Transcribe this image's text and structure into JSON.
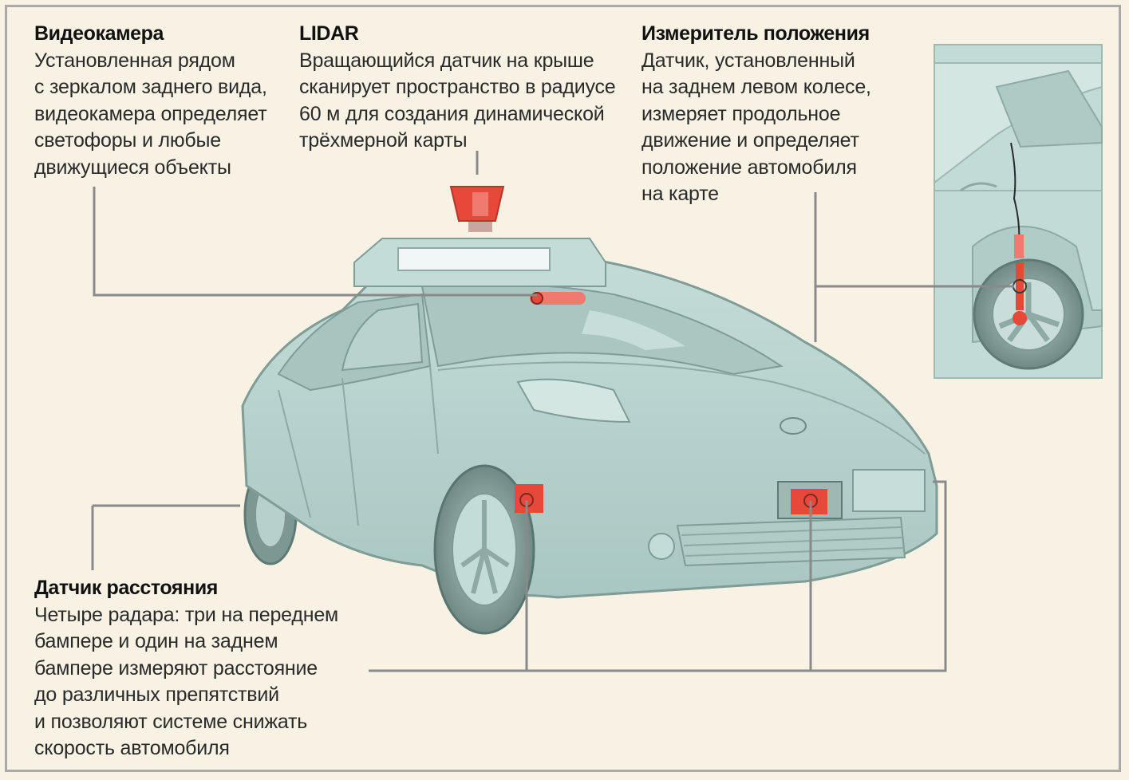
{
  "callouts": {
    "camera": {
      "title": "Видеокамера",
      "body": "Установленная рядом\nс зеркалом заднего вида,\nвидеокамера определяет\nсветофоры и любые\nдвижущиеся объекты"
    },
    "lidar": {
      "title": "LIDAR",
      "body": "Вращающийся датчик на крыше\nсканирует пространство в радиусе\n60 м для создания динамической\nтрёхмерной карты"
    },
    "position": {
      "title": "Измеритель положения",
      "body": "Датчик, установленный\nна заднем левом колесе,\nизмеряет продольное\nдвижение и определяет\nположение автомобиля\nна карте"
    },
    "distance": {
      "title": "Датчик расстояния",
      "body": "Четыре радара: три на переднем\nбампере и один на заднем\nбампере измеряют расстояние\nдо различных препятствий\nи позволяют системе снижать\nскорость автомобиля"
    }
  },
  "colors": {
    "background": "#f7f2e4",
    "car_body": "#b7d3cf",
    "sensor": "#e8483a",
    "leader_line": "#8a8a8a"
  }
}
